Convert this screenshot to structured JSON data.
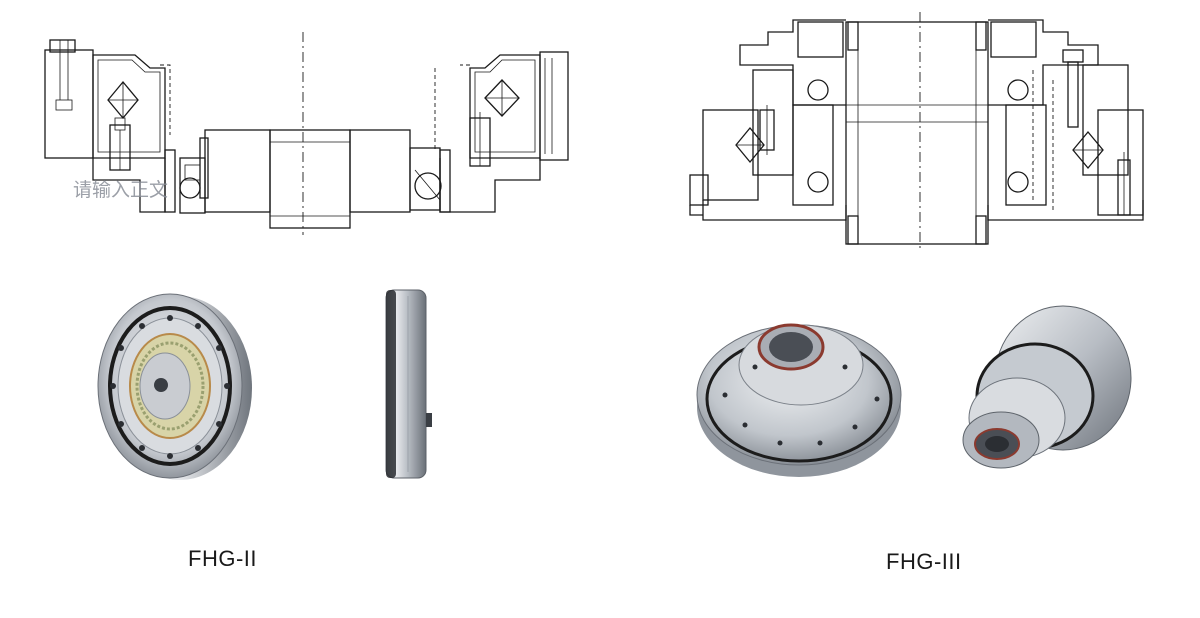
{
  "products": [
    {
      "model": "FHG-II"
    },
    {
      "model": "FHG-III"
    }
  ],
  "watermark_text": "请输入正文",
  "colors": {
    "line": "#1a1a1a",
    "metal_light": "#e4e6ea",
    "metal_mid": "#a9adb4",
    "metal_dark": "#4a4e55",
    "bronze": "#b88a4a",
    "ring_black": "#1c1c1c"
  }
}
